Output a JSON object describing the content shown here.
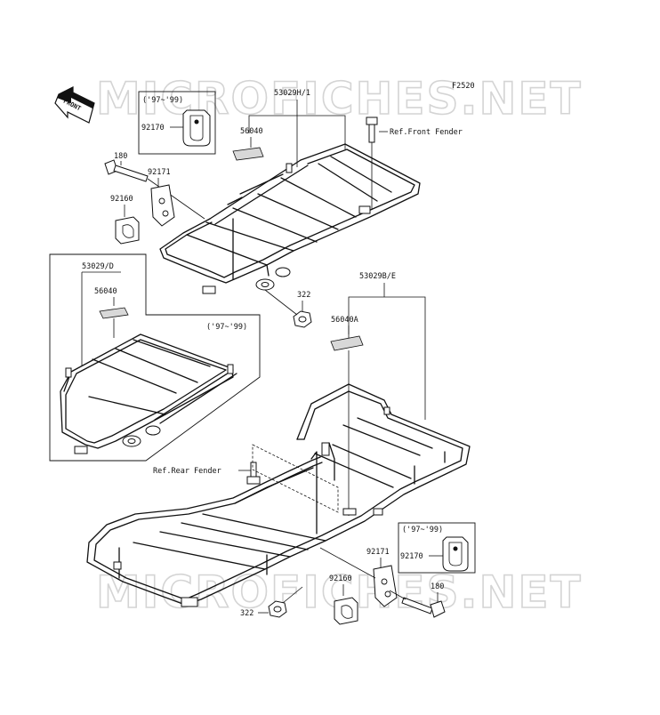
{
  "diagram_id": "F2520",
  "watermark": "MICROFICHES.NET",
  "direction_label": "FRONT",
  "labels": {
    "top_box_years": "('97~'99)",
    "top_box_part": "92170",
    "top_rack_assembly": "53029H/1",
    "top_decal": "56040",
    "ref_front_fender": "Ref.Front Fender",
    "bolt_top": "180",
    "bracket_top": "92171",
    "clamp_top": "92160",
    "nut_top": "322",
    "left_box_assembly": "53029/D",
    "left_box_decal": "56040",
    "left_box_years": "('97~'99)",
    "rear_rack_assembly": "53029B/E",
    "rear_decal": "56040A",
    "ref_rear_fender": "Ref.Rear Fender",
    "bottom_box_years": "('97~'99)",
    "bottom_box_part": "92170",
    "bracket_bottom": "92171",
    "clamp_bottom": "92160",
    "bolt_bottom": "180",
    "nut_bottom": "322"
  }
}
